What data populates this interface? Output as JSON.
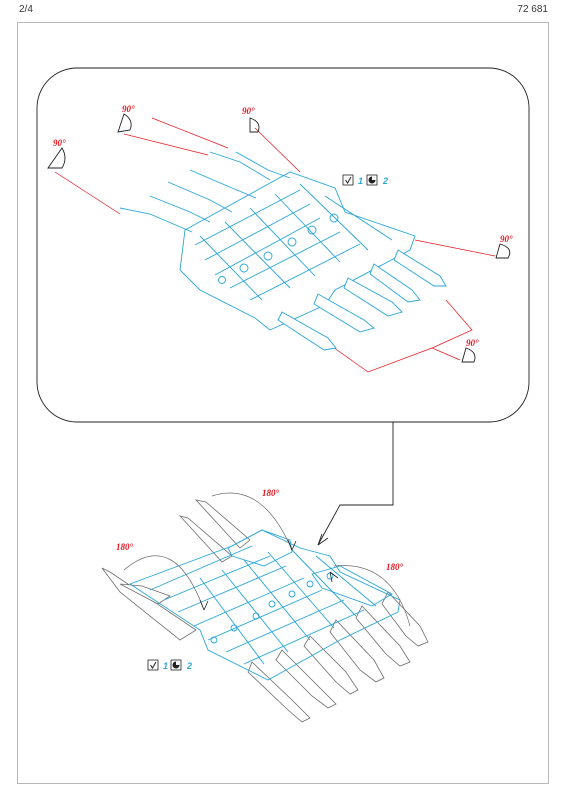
{
  "header": {
    "page": "2/4",
    "code": "72 681"
  },
  "colors": {
    "part": "#28a6d8",
    "guide": "#e8141e",
    "grey": "#6c6c6c",
    "frame": "#b8b8b8"
  },
  "top_panel": {
    "angles": [
      "90°",
      "90°",
      "90°",
      "90°",
      "90°"
    ],
    "steps": [
      "1",
      "2"
    ],
    "icons": [
      "glue-check-icon",
      "paint-icon"
    ]
  },
  "bottom_panel": {
    "angles": [
      "180°",
      "180°",
      "180°"
    ],
    "steps": [
      "1",
      "2"
    ],
    "icons": [
      "glue-check-icon",
      "paint-icon"
    ]
  }
}
